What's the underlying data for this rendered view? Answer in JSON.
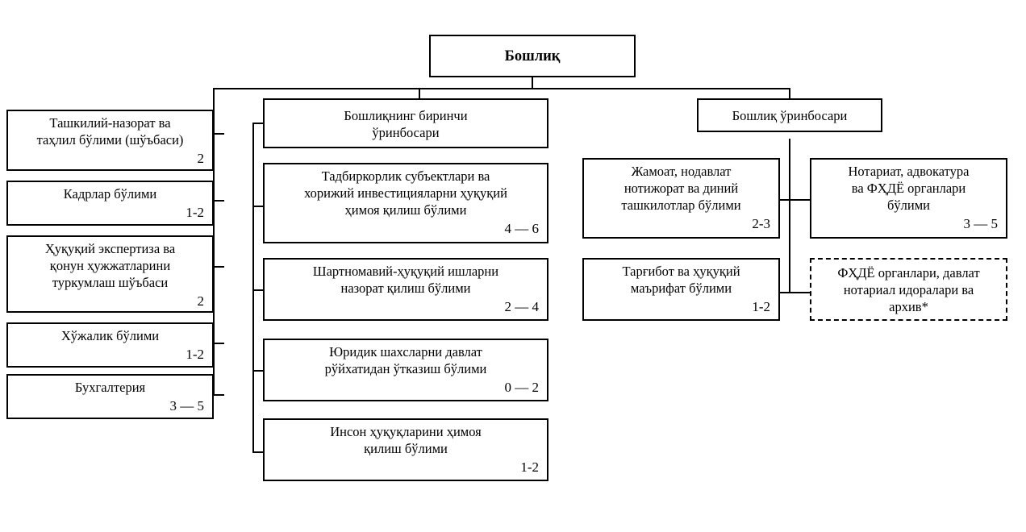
{
  "diagram": {
    "title_node": {
      "id": "boshliq",
      "label": "Бошлиқ",
      "count": ""
    },
    "first_deputy": {
      "id": "birinchi-urinbosari",
      "label": "Бошлиқнинг биринчи\nўринбосари",
      "count": ""
    },
    "deputy": {
      "id": "urinbosari",
      "label": "Бошлиқ ўринбосари",
      "count": ""
    },
    "left_units": [
      {
        "id": "tashkiliy-nazorat",
        "label": "Ташкилий-назорат ва\nтаҳлил бўлими (шўъбаси)",
        "count": "2"
      },
      {
        "id": "kadrlar",
        "label": "Кадрлар бўлими",
        "count": "1-2"
      },
      {
        "id": "huquqiy-ekspertiza",
        "label": "Ҳуқуқий экспертиза ва\nқонун ҳужжатларини\nтуркумлаш шўъбаси",
        "count": "2"
      },
      {
        "id": "xujalik",
        "label": "Хўжалик бўлими",
        "count": "1-2"
      },
      {
        "id": "buxgalteriya",
        "label": "Бухгалтерия",
        "count": "3 — 5"
      }
    ],
    "middle_units": [
      {
        "id": "tadbirkorlik",
        "label": "Тадбиркорлик субъектлари ва\nхорижий инвестицияларни ҳуқуқий\nҳимоя қилиш бўлими",
        "count": "4 — 6"
      },
      {
        "id": "shartnomaviy",
        "label": "Шартномавий-ҳуқуқий ишларни\nназорат қилиш бўлими",
        "count": "2 — 4"
      },
      {
        "id": "yuridik-shaxslar",
        "label": "Юридик шахсларни давлат\nрўйхатидан ўтказиш бўлими",
        "count": "0 — 2"
      },
      {
        "id": "inson-huquqlari",
        "label": "Инсон ҳуқуқларини ҳимоя\nқилиш бўлими",
        "count": "1-2"
      }
    ],
    "right_left_units": [
      {
        "id": "jamoat-nodavlat",
        "label": "Жамоат, нодавлат\nнотижорат ва диний\nташкилотлар бўлими",
        "count": "2-3"
      },
      {
        "id": "targibot",
        "label": "Тарғибот ва ҳуқуқий\nмаърифат бўлими",
        "count": "1-2"
      }
    ],
    "right_right_units": [
      {
        "id": "notariat",
        "label": "Нотариат, адвокатура\nва ФҲДЁ органлари\nбўлими",
        "count": "3 — 5",
        "dashed": false
      },
      {
        "id": "fhdyo-organlari",
        "label": "ФҲДЁ органлари, давлат\nнотариал идоралари ва\nархив*",
        "count": "",
        "dashed": true
      }
    ],
    "colors": {
      "border": "#000000",
      "background": "#ffffff",
      "text": "#000000"
    }
  }
}
